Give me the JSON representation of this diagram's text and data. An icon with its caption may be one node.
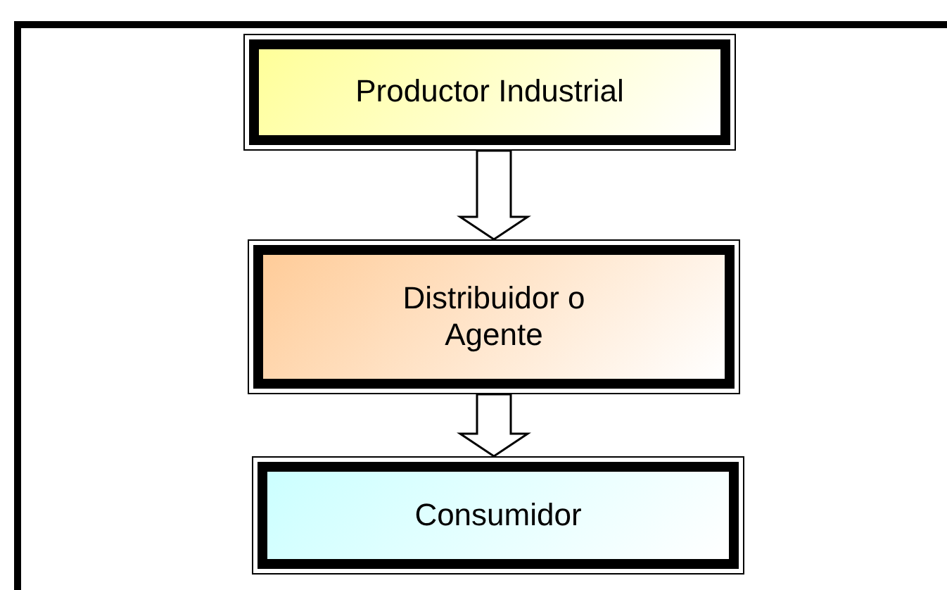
{
  "diagram": {
    "nodes": [
      {
        "text": [
          "Productor Industrial"
        ]
      },
      {
        "text": [
          "Distribuidor o Agente"
        ]
      },
      {
        "text": [
          "Consumidor"
        ]
      }
    ],
    "edges": [
      {
        "from": 0,
        "to": 1,
        "arrow": "to"
      },
      {
        "from": 1,
        "to": 2,
        "arrow": "to"
      }
    ]
  }
}
